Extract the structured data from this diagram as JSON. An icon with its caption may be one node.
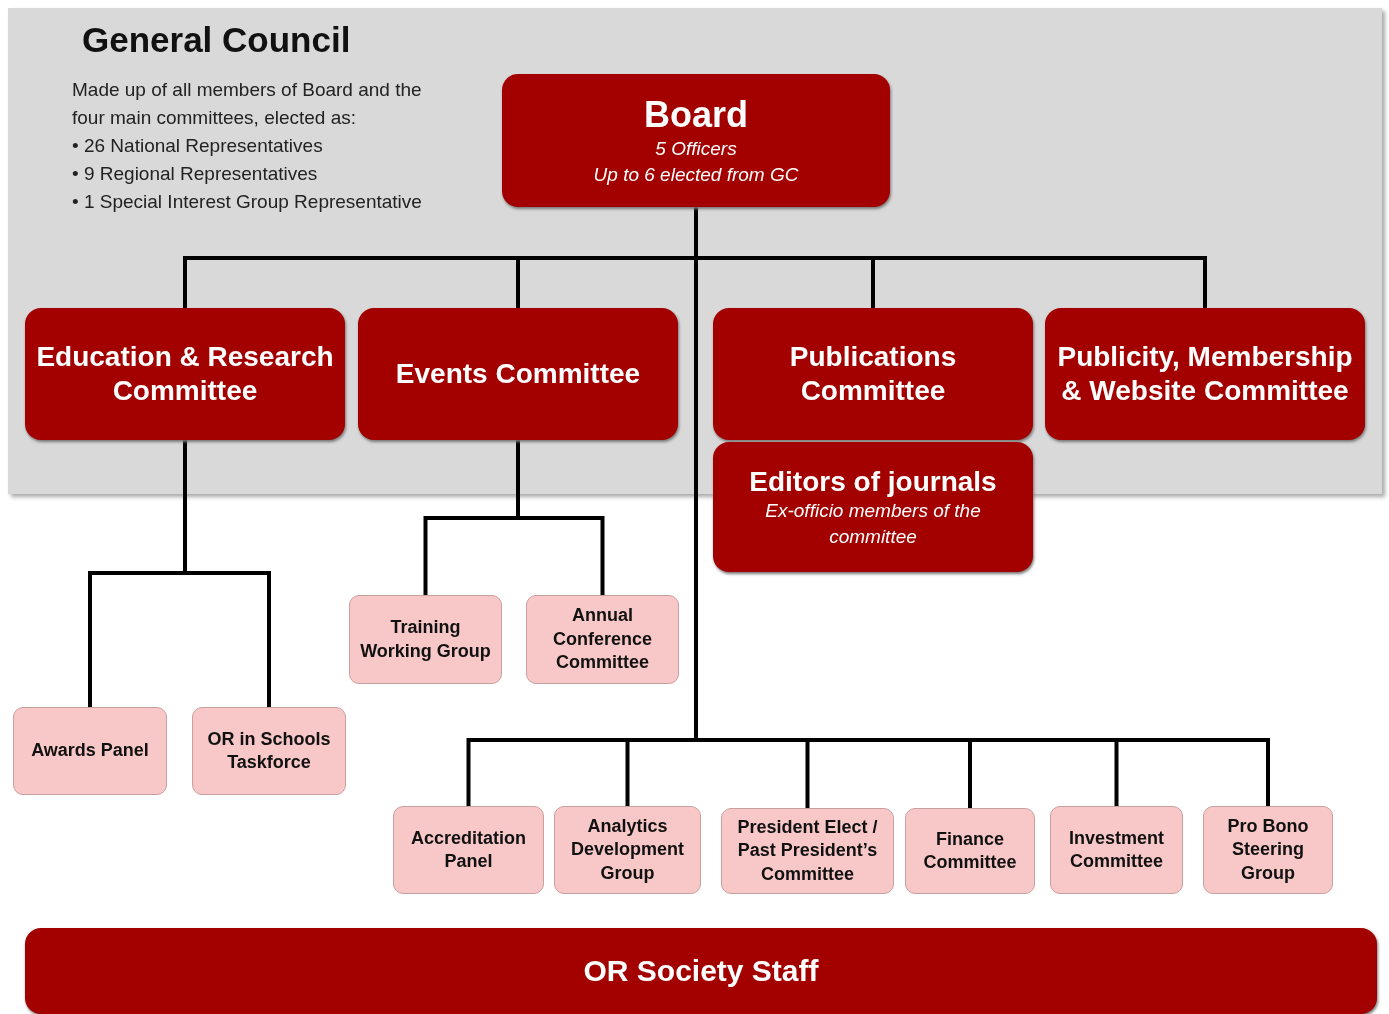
{
  "diagram": {
    "nodes": [
      {
        "text": [
          "General Council",
          "Made up of all members of Board and the four main committees, elected as:",
          "• 26 National Representatives",
          "• 9 Regional Representatives",
          "• 1 Special Interest Group Representative"
        ]
      },
      {
        "text": [
          "Board",
          "5 Officers",
          "Up to 6 elected from GC"
        ],
        "in": 0
      },
      {
        "text": [
          "Education & Research Committee"
        ],
        "in": 0
      },
      {
        "text": [
          "Events Committee"
        ],
        "in": 0
      },
      {
        "text": [
          "Publications Committee"
        ],
        "in": 0
      },
      {
        "text": [
          "Publicity, Membership & Website Committee"
        ],
        "in": 0
      },
      {
        "text": [
          "Editors of journals",
          "Ex-officio members of the committee"
        ]
      },
      {
        "text": [
          "Awards Panel"
        ]
      },
      {
        "text": [
          "OR in Schools Taskforce"
        ]
      },
      {
        "text": [
          "Training Working Group"
        ]
      },
      {
        "text": [
          "Annual Conference Committee"
        ]
      },
      {
        "text": [
          "Accreditation Panel"
        ]
      },
      {
        "text": [
          "Analytics Development Group"
        ]
      },
      {
        "text": [
          "President Elect / Past President’s Committee"
        ]
      },
      {
        "text": [
          "Finance Committee"
        ]
      },
      {
        "text": [
          "Investment Committee"
        ]
      },
      {
        "text": [
          "Pro Bono Steering Group"
        ]
      },
      {
        "text": [
          "OR Society Staff"
        ]
      }
    ],
    "edges": [
      {
        "from": 1,
        "to": 2,
        "arrow": "none"
      },
      {
        "from": 1,
        "to": 3,
        "arrow": "none"
      },
      {
        "from": 1,
        "to": 4,
        "arrow": "none"
      },
      {
        "from": 1,
        "to": 5,
        "arrow": "none"
      },
      {
        "from": 2,
        "to": 7,
        "arrow": "none"
      },
      {
        "from": 2,
        "to": 8,
        "arrow": "none"
      },
      {
        "from": 3,
        "to": 9,
        "arrow": "none"
      },
      {
        "from": 3,
        "to": 10,
        "arrow": "none"
      },
      {
        "from": 1,
        "to": 11,
        "arrow": "none"
      },
      {
        "from": 1,
        "to": 12,
        "arrow": "none"
      },
      {
        "from": 1,
        "to": 13,
        "arrow": "none"
      },
      {
        "from": 1,
        "to": 14,
        "arrow": "none"
      },
      {
        "from": 1,
        "to": 15,
        "arrow": "none"
      },
      {
        "from": 1,
        "to": 16,
        "arrow": "none"
      }
    ]
  }
}
